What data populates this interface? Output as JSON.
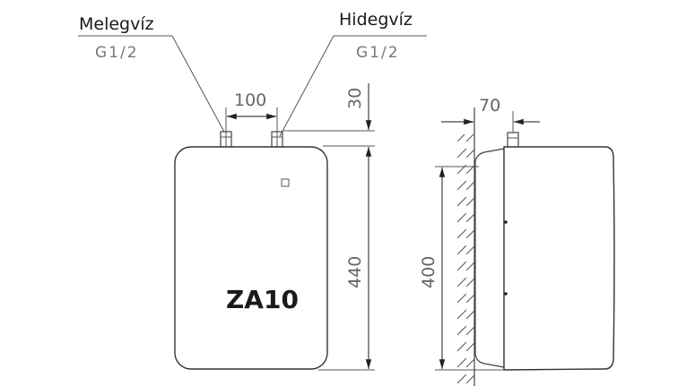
{
  "labels": {
    "hot_water": {
      "title": "Melegvíz",
      "thread": "G1/2"
    },
    "cold_water": {
      "title": "Hidegvíz",
      "thread": "G1/2"
    }
  },
  "front_view": {
    "model": "ZA10",
    "dimensions": {
      "pipe_spacing": "100",
      "pipe_height": "30",
      "height": "440"
    }
  },
  "side_view": {
    "dimensions": {
      "depth_to_pipe": "70",
      "mount_height": "400"
    }
  },
  "colors": {
    "line": "#444444",
    "text_dark": "#1a1a1a",
    "text_dim": "#777777",
    "background": "#ffffff"
  }
}
